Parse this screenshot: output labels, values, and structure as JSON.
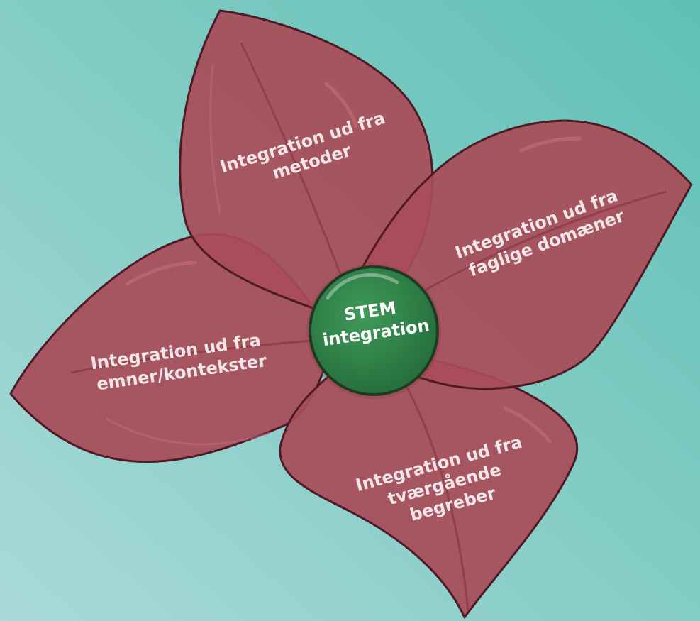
{
  "colors": {
    "background_top_right": "#5fc0b4",
    "background_bottom_left": "#a9d9d8",
    "petal": "#a84c58",
    "petal_outline": "#4e1a26",
    "center": "#2f7a44",
    "center_outline": "#1d3a25"
  },
  "center": {
    "line1": "STEM",
    "line2": "integration"
  },
  "petals": {
    "top": {
      "line1": "Integration ud fra",
      "line2": "metoder"
    },
    "right": {
      "line1": "Integration ud fra",
      "line2": "faglige domæner"
    },
    "left": {
      "line1": "Integration ud fra",
      "line2": "emner/kontekster"
    },
    "bottom": {
      "line1": "Integration ud fra",
      "line2": "tværgående",
      "line3": "begreber"
    }
  }
}
